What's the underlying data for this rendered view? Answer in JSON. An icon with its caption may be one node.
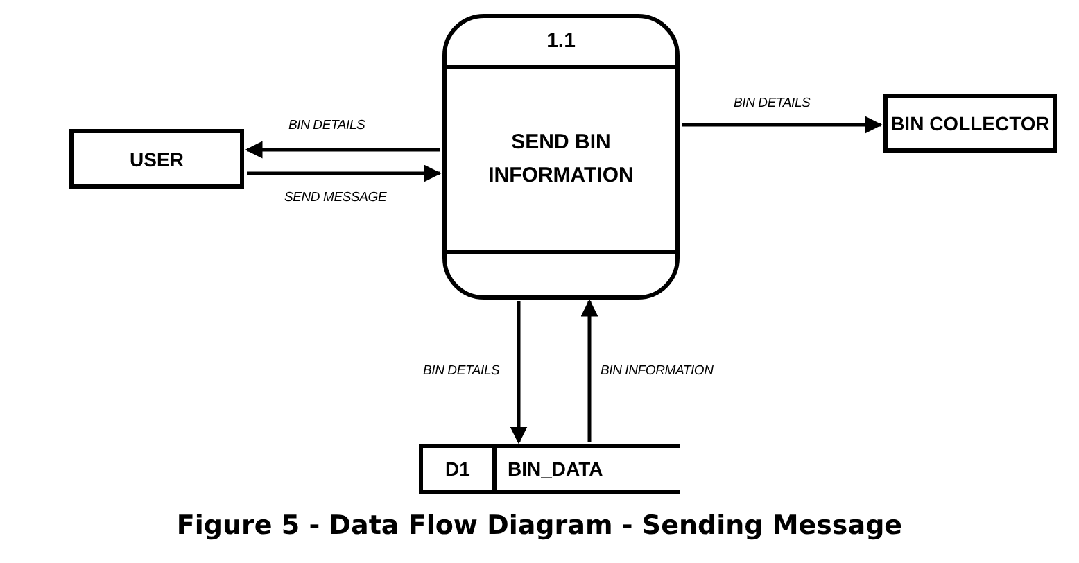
{
  "diagram": {
    "caption": "Figure 5 - Data Flow Diagram - Sending Message",
    "nodes": [
      {
        "text": [
          "USER"
        ]
      },
      {
        "text": [
          "1.1",
          "SEND BIN INFORMATION"
        ]
      },
      {
        "text": [
          "BIN COLLECTOR"
        ]
      },
      {
        "text": [
          "D1",
          "BIN_DATA"
        ]
      }
    ],
    "edges": [
      {
        "from": 1,
        "to": 0,
        "arrow": "to",
        "label": "BIN DETAILS"
      },
      {
        "from": 0,
        "to": 1,
        "arrow": "to",
        "label": "SEND MESSAGE"
      },
      {
        "from": 1,
        "to": 2,
        "arrow": "to",
        "label": "BIN DETAILS"
      },
      {
        "from": 1,
        "to": 3,
        "arrow": "to",
        "label": "BIN DETAILS"
      },
      {
        "from": 3,
        "to": 1,
        "arrow": "to",
        "label": "BIN INFORMATION"
      }
    ]
  }
}
